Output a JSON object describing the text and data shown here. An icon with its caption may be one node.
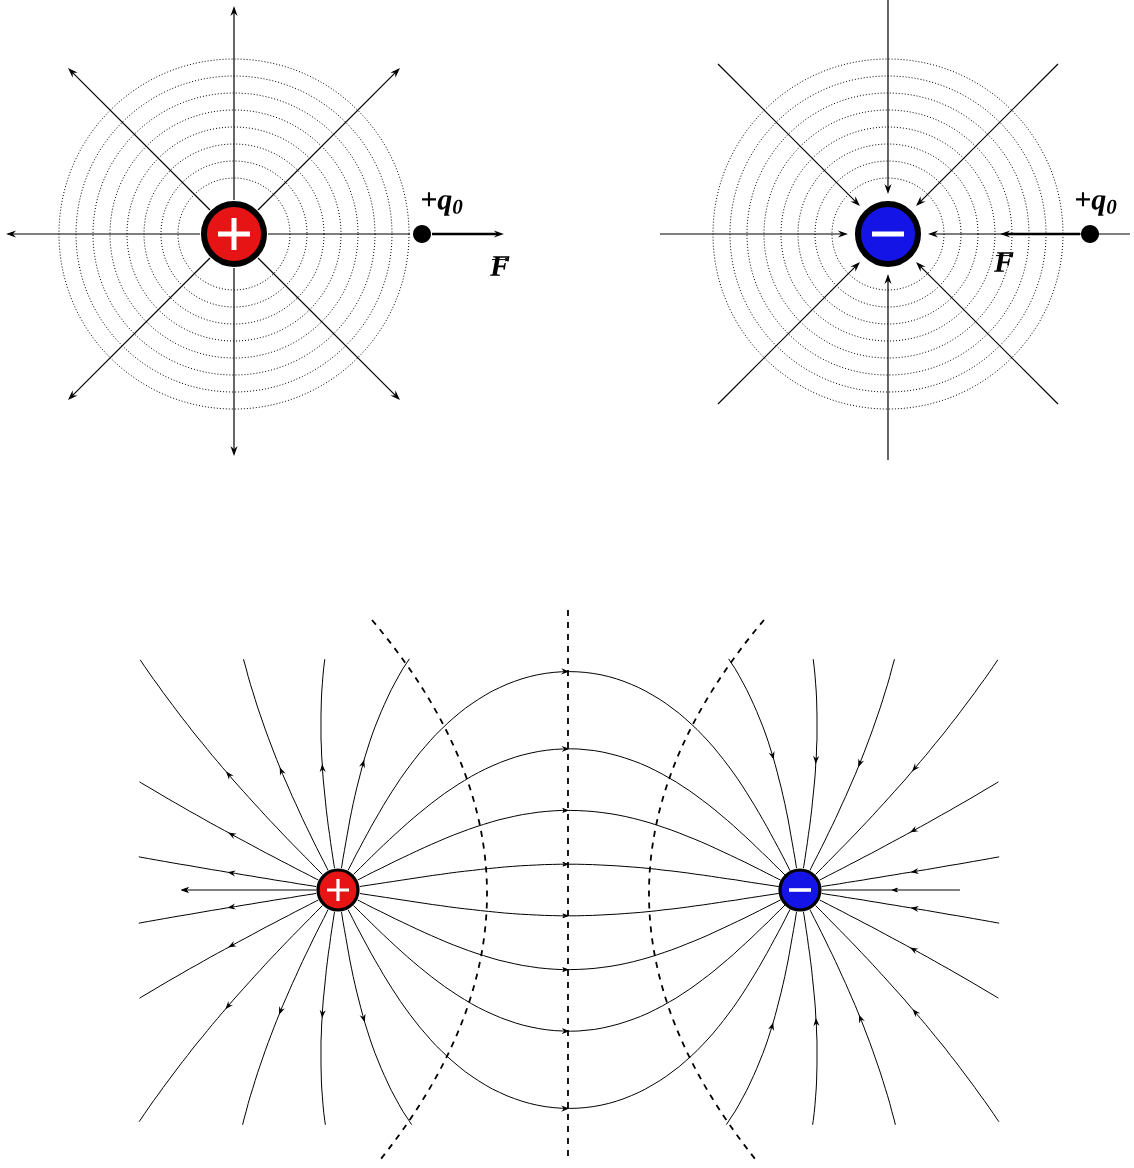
{
  "diagram": {
    "labels": [
      "+q$_{0}$",
      "F",
      "+q$_{0}$",
      "F"
    ]
  }
}
